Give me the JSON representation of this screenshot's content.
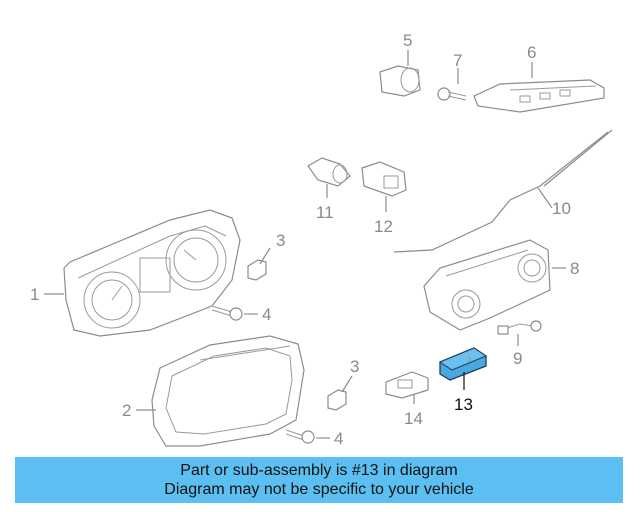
{
  "callouts": {
    "c1": "1",
    "c2": "2",
    "c3a": "3",
    "c3b": "3",
    "c4a": "4",
    "c4b": "4",
    "c5": "5",
    "c6": "6",
    "c7": "7",
    "c8": "8",
    "c9": "9",
    "c10": "10",
    "c11": "11",
    "c12": "12",
    "c13": "13",
    "c14": "14"
  },
  "highlight_color": "#4aa8e0",
  "banner": {
    "line1": "Part or sub-assembly is #13 in diagram",
    "line2": "Diagram may not be specific to your vehicle",
    "color": "#5bc0f1"
  }
}
